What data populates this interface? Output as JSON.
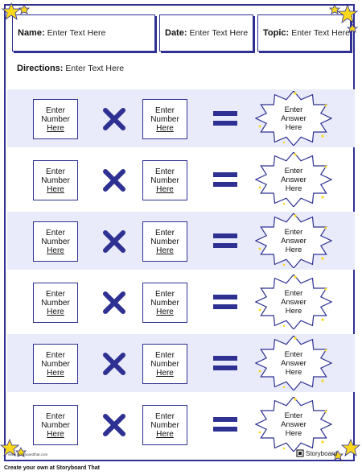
{
  "header": {
    "name_label": "Name:",
    "name_placeholder": "Enter Text Here",
    "date_label": "Date:",
    "date_placeholder": "Enter Text Here",
    "topic_label": "Topic:",
    "topic_placeholder": "Enter Text Here"
  },
  "directions": {
    "label": "Directions:",
    "placeholder": "Enter Text Here"
  },
  "problem": {
    "number_line1": "Enter",
    "number_line2": "Number",
    "number_line3": "Here",
    "answer_line1": "Enter",
    "answer_line2": "Answer",
    "answer_line3": "Here"
  },
  "colors": {
    "accent": "#2e3192",
    "row_shade": "#e9ebfa",
    "star_yellow": "#f9d71c"
  },
  "footer": {
    "credit": "Create your own at Storyboard That",
    "small_watermark": "www.storyboardthat.com",
    "logo": "Storyboard"
  }
}
